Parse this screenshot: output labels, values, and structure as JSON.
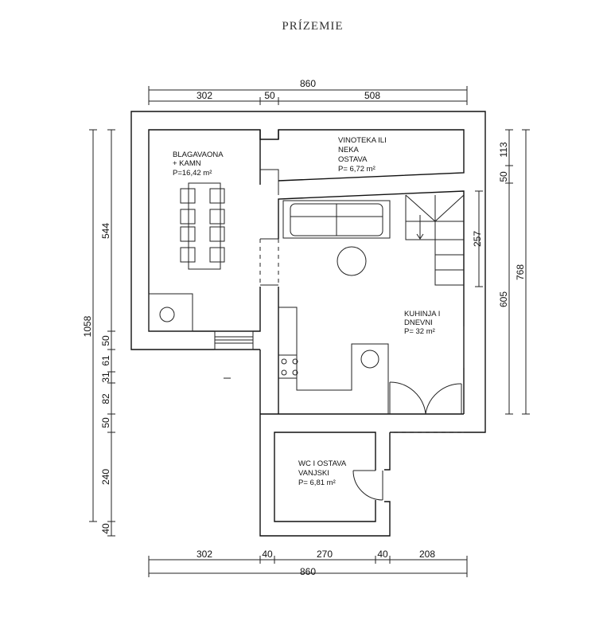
{
  "title": "PRÍZEMIE",
  "rooms": {
    "dining": {
      "line1": "BLAGAVAONA",
      "line2": "+ KAMN",
      "area": "P=16,42 m²"
    },
    "wine": {
      "line1": "VINOTEKA ILI",
      "line2": "NEKA",
      "line3": "OSTAVA",
      "area": "P= 6,72 m²"
    },
    "kitchen": {
      "line1": "KUHINJA I",
      "line2": "DNEVNI",
      "area": "P= 32 m²"
    },
    "wc": {
      "line1": "WC I OSTAVA",
      "line2": "VANJSKI",
      "area": "P= 6,81 m²"
    }
  },
  "dimensions": {
    "top_total": "860",
    "top": [
      "302",
      "50",
      "508"
    ],
    "bottom": [
      "302",
      "40",
      "270",
      "40",
      "208"
    ],
    "bottom_total": "860",
    "left_total": "1058",
    "left": [
      "544",
      "50",
      "61",
      "31",
      "82",
      "50",
      "240",
      "40"
    ],
    "right_total": "768",
    "right": [
      "113",
      "50",
      "605"
    ],
    "stairs": "257"
  }
}
